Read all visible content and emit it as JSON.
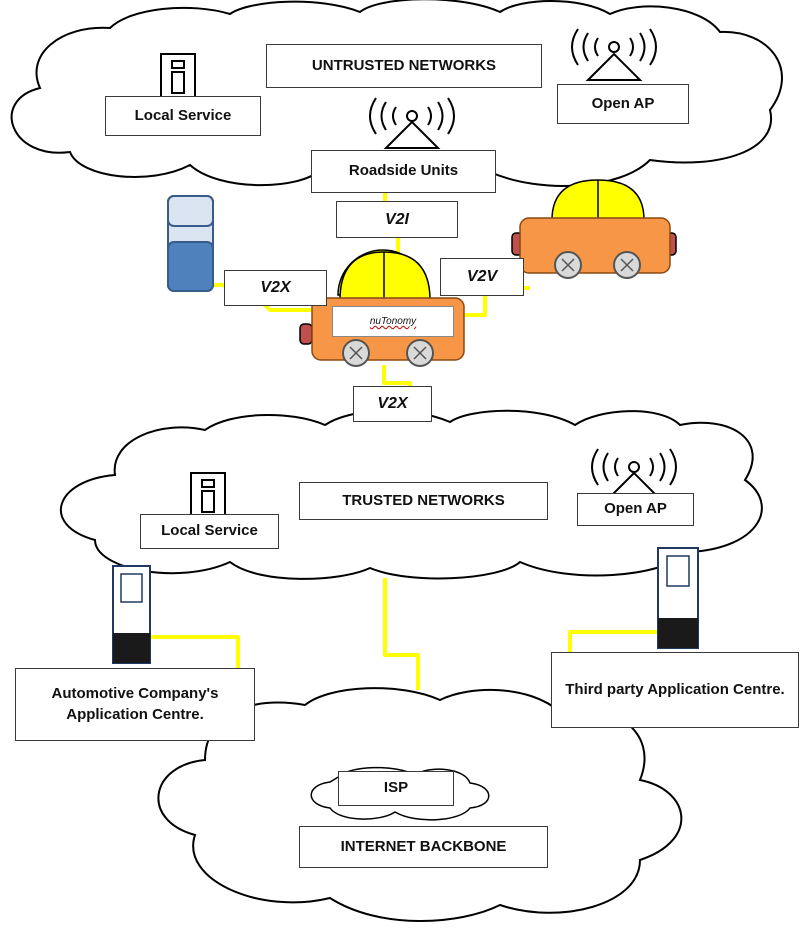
{
  "labels": {
    "untrusted_title": "UNTRUSTED NETWORKS",
    "untrusted_local_service": "Local Service",
    "untrusted_open_ap": "Open AP",
    "roadside_units": "Roadside Units",
    "v2i": "V2I",
    "v2x_left": "V2X",
    "v2v": "V2V",
    "vehicle_brand": "nuTonomy",
    "v2x_down": "V2X",
    "trusted_title": "TRUSTED NETWORKS",
    "trusted_local_service": "Local Service",
    "trusted_open_ap": "Open AP",
    "automotive_centre": "Automotive Company's Application Centre.",
    "third_party_centre": "Third party Application Centre.",
    "isp": "ISP",
    "internet_backbone": "INTERNET BACKBONE"
  },
  "colors": {
    "link": "#ffff00",
    "vehicle_body": "#f79646",
    "vehicle_dome": "#ffff00",
    "vehicle_lamp": "#c0504d",
    "device_blue": "#4f81bd",
    "device_light": "#dbe5f1",
    "server_frame": "#1f3864",
    "server_base": "#1a1a1a"
  },
  "icons": [
    "building-icon",
    "antenna-icon",
    "server-icon",
    "car-icon",
    "device-icon"
  ]
}
